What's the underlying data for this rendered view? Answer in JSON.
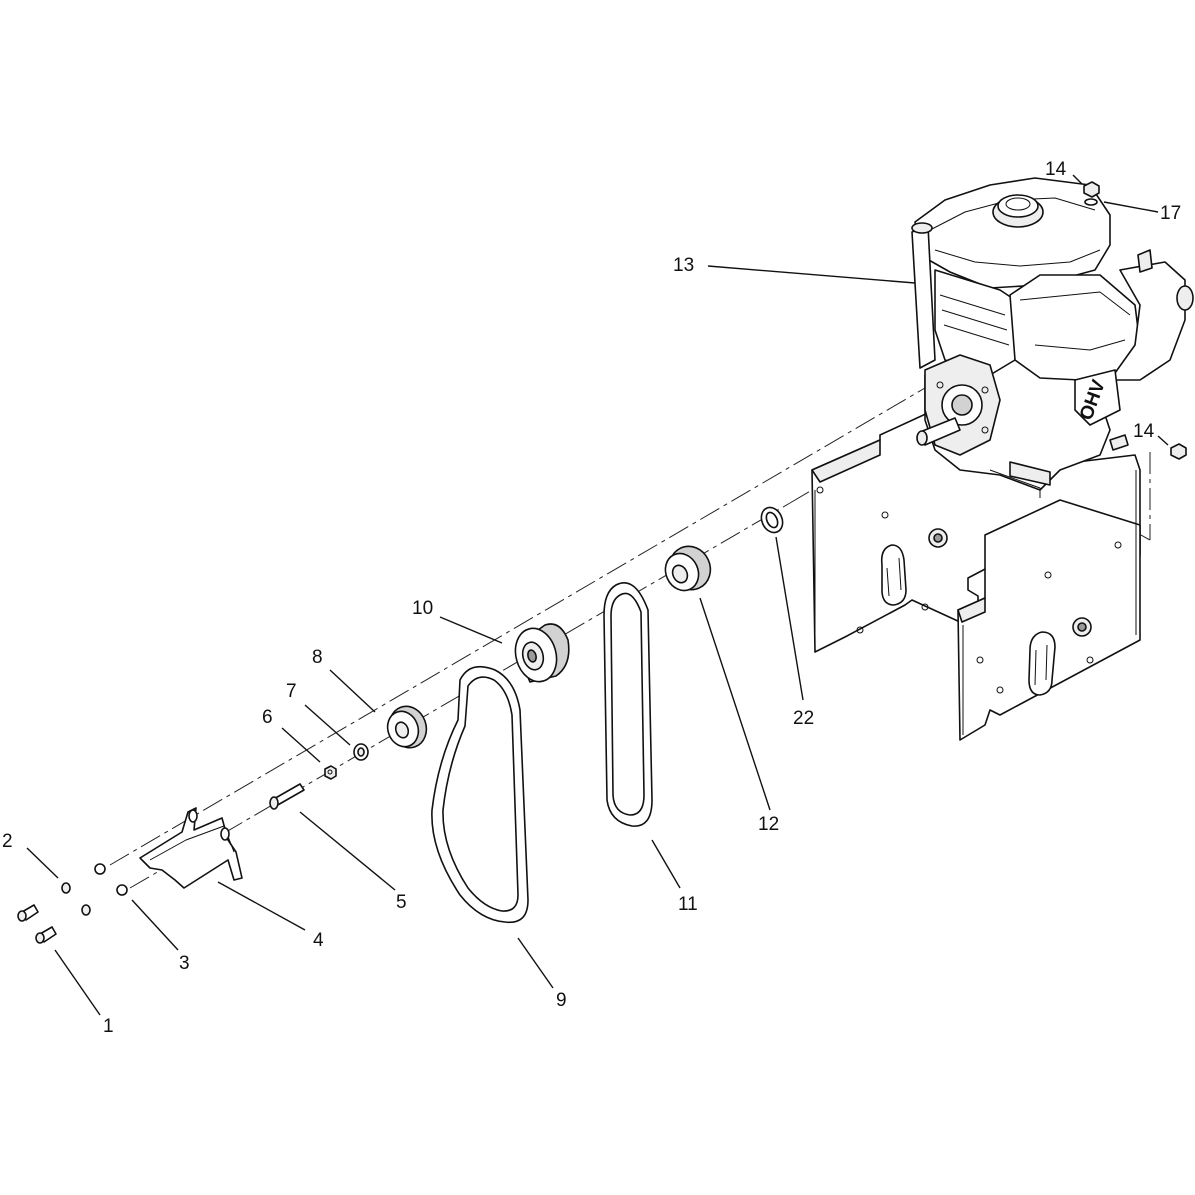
{
  "callouts": {
    "c1": "1",
    "c2": "2",
    "c3": "3",
    "c4": "4",
    "c5": "5",
    "c6": "6",
    "c7": "7",
    "c8": "8",
    "c9": "9",
    "c10": "10",
    "c11": "11",
    "c12": "12",
    "c13": "13",
    "c14a": "14",
    "c14b": "14",
    "c17": "17",
    "c22": "22"
  },
  "engine_badge": "OHV"
}
